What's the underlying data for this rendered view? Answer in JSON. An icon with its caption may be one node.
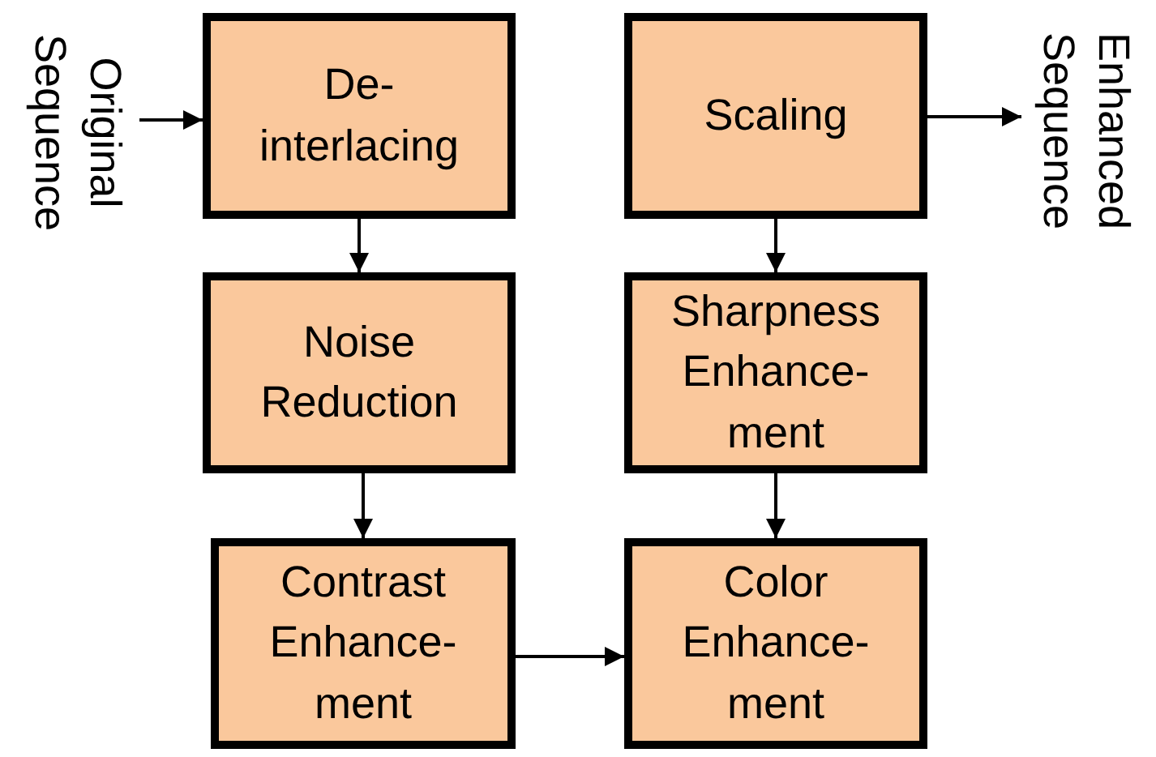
{
  "diagram": {
    "nodes": [
      {
        "text": [
          "Original Sequence"
        ]
      },
      {
        "text": [
          "De- interlacing"
        ]
      },
      {
        "text": [
          "Scaling"
        ]
      },
      {
        "text": [
          "Enhanced Sequence"
        ]
      },
      {
        "text": [
          "Noise Reduction"
        ]
      },
      {
        "text": [
          "Sharpness Enhance- ment"
        ]
      },
      {
        "text": [
          "Contrast Enhance- ment"
        ]
      },
      {
        "text": [
          "Color Enhance- ment"
        ]
      }
    ],
    "edges": [
      {
        "from": 0,
        "to": 1,
        "arrow": "to"
      },
      {
        "from": 1,
        "to": 4,
        "arrow": "to"
      },
      {
        "from": 4,
        "to": 6,
        "arrow": "to"
      },
      {
        "from": 6,
        "to": 7,
        "arrow": "to"
      },
      {
        "from": 2,
        "to": 5,
        "arrow": "to"
      },
      {
        "from": 5,
        "to": 7,
        "arrow": "to"
      },
      {
        "from": 2,
        "to": 3,
        "arrow": "to"
      }
    ]
  }
}
